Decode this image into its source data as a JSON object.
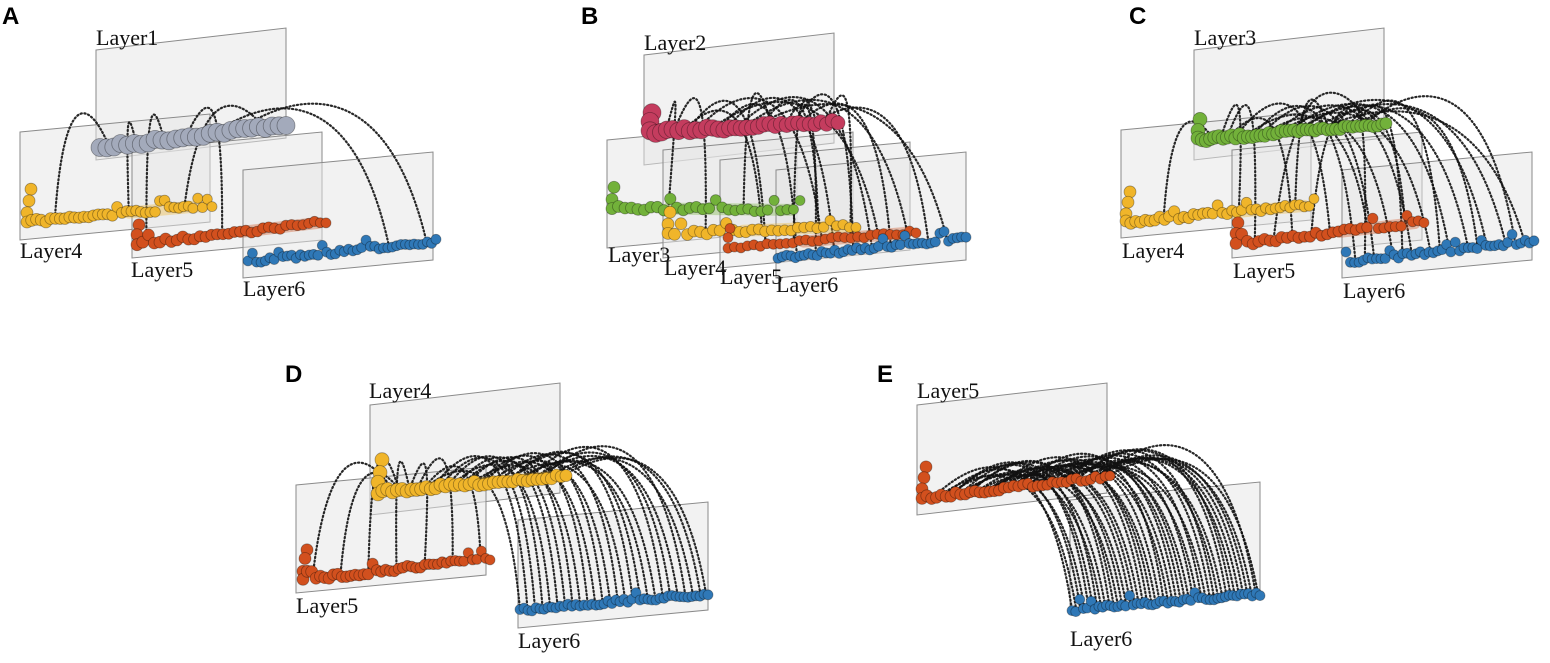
{
  "colors": {
    "Layer1": "#a3aabb",
    "Layer2": "#c43c5e",
    "Layer3": "#72b13a",
    "Layer4": "#f0b52a",
    "Layer5": "#d2501e",
    "Layer6": "#2f78b7",
    "plane_fill": "#e6e6e6",
    "plane_stroke": "#8a8a8a",
    "connection": "#111111"
  },
  "panels": [
    {
      "letter": "A",
      "source_layer": "Layer1",
      "layers": [
        {
          "label": "Layer1",
          "role": "source"
        },
        {
          "label": "Layer4",
          "role": "target"
        },
        {
          "label": "Layer5",
          "role": "target"
        },
        {
          "label": "Layer6",
          "role": "target"
        }
      ]
    },
    {
      "letter": "B",
      "source_layer": "Layer2",
      "layers": [
        {
          "label": "Layer2",
          "role": "source"
        },
        {
          "label": "Layer3",
          "role": "target"
        },
        {
          "label": "Layer4",
          "role": "target"
        },
        {
          "label": "Layer5",
          "role": "target"
        },
        {
          "label": "Layer6",
          "role": "target"
        }
      ]
    },
    {
      "letter": "C",
      "source_layer": "Layer3",
      "layers": [
        {
          "label": "Layer3",
          "role": "source"
        },
        {
          "label": "Layer4",
          "role": "target"
        },
        {
          "label": "Layer5",
          "role": "target"
        },
        {
          "label": "Layer6",
          "role": "target"
        }
      ]
    },
    {
      "letter": "D",
      "source_layer": "Layer4",
      "layers": [
        {
          "label": "Layer4",
          "role": "source"
        },
        {
          "label": "Layer5",
          "role": "target"
        },
        {
          "label": "Layer6",
          "role": "target"
        }
      ]
    },
    {
      "letter": "E",
      "source_layer": "Layer5",
      "layers": [
        {
          "label": "Layer5",
          "role": "source"
        },
        {
          "label": "Layer6",
          "role": "target"
        }
      ]
    }
  ]
}
